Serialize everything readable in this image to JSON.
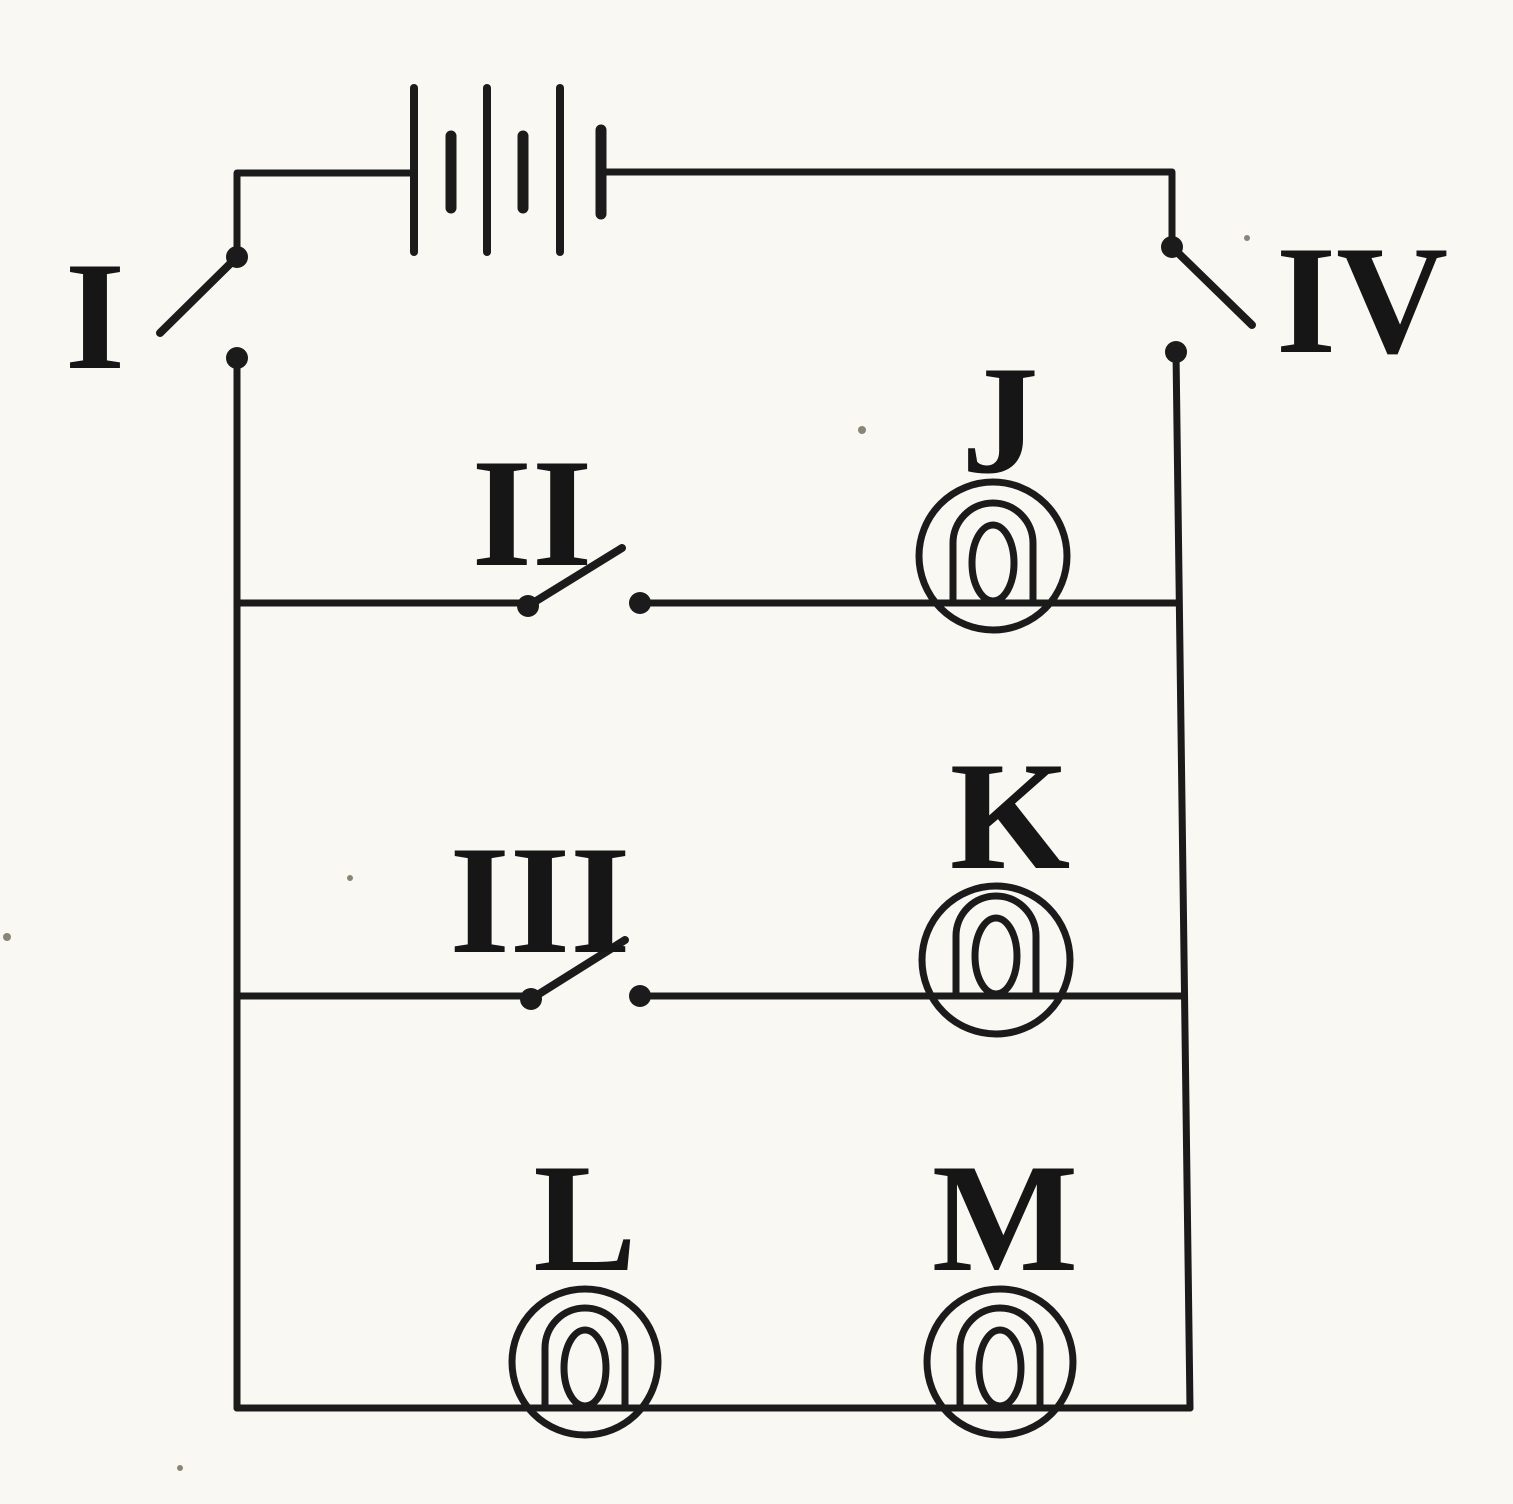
{
  "page": {
    "background_color": "#faf8f2",
    "ink_color": "#1b1b1b"
  },
  "labels": {
    "switch_I": "I",
    "switch_II": "II",
    "switch_III": "III",
    "switch_IV": "IV",
    "bulb_J": "J",
    "bulb_K": "K",
    "bulb_L": "L",
    "bulb_M": "M"
  },
  "diagram": {
    "type": "circuit",
    "style": "hand-drawn scanned schematic",
    "battery": {
      "cells": 3,
      "orientation": "horizontal",
      "position": "top center"
    },
    "switches": [
      {
        "id": "I",
        "state": "open",
        "location": "top-left main line"
      },
      {
        "id": "II",
        "state": "open",
        "location": "first parallel branch, in series with bulb J"
      },
      {
        "id": "III",
        "state": "open",
        "location": "second parallel branch, in series with bulb K"
      },
      {
        "id": "IV",
        "state": "open",
        "location": "top-right main line"
      }
    ],
    "bulbs": [
      {
        "id": "J",
        "branch": 1,
        "in_series_with": "switch II"
      },
      {
        "id": "K",
        "branch": 2,
        "in_series_with": "switch III"
      },
      {
        "id": "L",
        "branch": 3,
        "in_series_with": "bulb M"
      },
      {
        "id": "M",
        "branch": 3,
        "in_series_with": "bulb L"
      }
    ],
    "branches_parallel": 3
  }
}
